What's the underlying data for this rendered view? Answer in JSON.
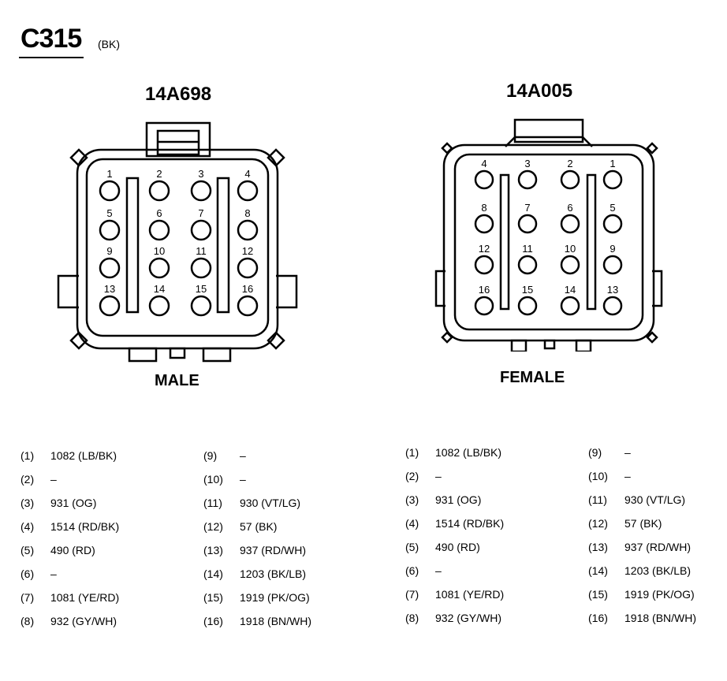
{
  "title": "C315",
  "color": "(BK)",
  "connectors": [
    {
      "part": "14A698",
      "gender": "MALE",
      "pins": [
        {
          "pin": "(1)",
          "wire": "1082 (LB/BK)"
        },
        {
          "pin": "(2)",
          "wire": "–"
        },
        {
          "pin": "(3)",
          "wire": "931 (OG)"
        },
        {
          "pin": "(4)",
          "wire": "1514 (RD/BK)"
        },
        {
          "pin": "(5)",
          "wire": "490 (RD)"
        },
        {
          "pin": "(6)",
          "wire": "–"
        },
        {
          "pin": "(7)",
          "wire": "1081 (YE/RD)"
        },
        {
          "pin": "(8)",
          "wire": "932 (GY/WH)"
        },
        {
          "pin": "(9)",
          "wire": "–"
        },
        {
          "pin": "(10)",
          "wire": "–"
        },
        {
          "pin": "(11)",
          "wire": "930 (VT/LG)"
        },
        {
          "pin": "(12)",
          "wire": "57 (BK)"
        },
        {
          "pin": "(13)",
          "wire": "937 (RD/WH)"
        },
        {
          "pin": "(14)",
          "wire": "1203 (BK/LB)"
        },
        {
          "pin": "(15)",
          "wire": "1919 (PK/OG)"
        },
        {
          "pin": "(16)",
          "wire": "1918 (BN/WH)"
        }
      ],
      "cavity_labels": [
        [
          "1",
          "2",
          "3",
          "4"
        ],
        [
          "5",
          "6",
          "7",
          "8"
        ],
        [
          "9",
          "10",
          "11",
          "12"
        ],
        [
          "13",
          "14",
          "15",
          "16"
        ]
      ]
    },
    {
      "part": "14A005",
      "gender": "FEMALE",
      "pins": [
        {
          "pin": "(1)",
          "wire": "1082 (LB/BK)"
        },
        {
          "pin": "(2)",
          "wire": "–"
        },
        {
          "pin": "(3)",
          "wire": "931 (OG)"
        },
        {
          "pin": "(4)",
          "wire": "1514 (RD/BK)"
        },
        {
          "pin": "(5)",
          "wire": "490 (RD)"
        },
        {
          "pin": "(6)",
          "wire": "–"
        },
        {
          "pin": "(7)",
          "wire": "1081 (YE/RD)"
        },
        {
          "pin": "(8)",
          "wire": "932 (GY/WH)"
        },
        {
          "pin": "(9)",
          "wire": "–"
        },
        {
          "pin": "(10)",
          "wire": "–"
        },
        {
          "pin": "(11)",
          "wire": "930 (VT/LG)"
        },
        {
          "pin": "(12)",
          "wire": "57 (BK)"
        },
        {
          "pin": "(13)",
          "wire": "937 (RD/WH)"
        },
        {
          "pin": "(14)",
          "wire": "1203 (BK/LB)"
        },
        {
          "pin": "(15)",
          "wire": "1919 (PK/OG)"
        },
        {
          "pin": "(16)",
          "wire": "1918 (BN/WH)"
        }
      ],
      "cavity_labels": [
        [
          "4",
          "3",
          "2",
          "1"
        ],
        [
          "8",
          "7",
          "6",
          "5"
        ],
        [
          "12",
          "11",
          "10",
          "9"
        ],
        [
          "16",
          "15",
          "14",
          "13"
        ]
      ]
    }
  ]
}
